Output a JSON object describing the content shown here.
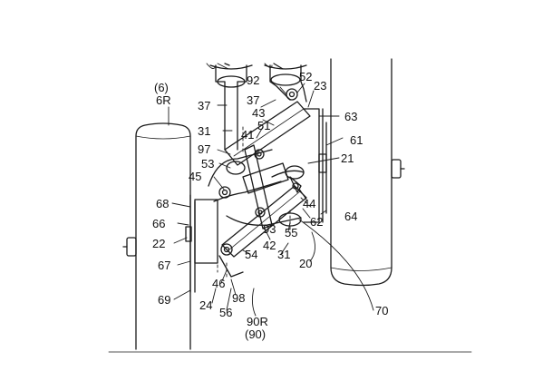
{
  "figure": {
    "reference_numerals": {
      "n6_paren": "(6)",
      "n6R": "6R",
      "n92": "92",
      "n52": "52",
      "n23": "23",
      "n37a": "37",
      "n37b": "37",
      "n43": "43",
      "n63": "63",
      "n51": "51",
      "n31a": "31",
      "n41": "41",
      "n61": "61",
      "n97": "97",
      "n21": "21",
      "n53": "53",
      "n45": "45",
      "n68": "68",
      "n44": "44",
      "n64": "64",
      "n66": "66",
      "n62": "62",
      "n93": "93",
      "n55": "55",
      "n22": "22",
      "n42": "42",
      "n54": "54",
      "n31b": "31",
      "n20": "20",
      "n67": "67",
      "n46": "46",
      "n70": "70",
      "n69": "69",
      "n24": "24",
      "n98": "98",
      "n56": "56",
      "n90R": "90R",
      "n90_paren": "(90)"
    },
    "colors": {
      "line": "#1a1a1a",
      "background": "#ffffff"
    }
  }
}
